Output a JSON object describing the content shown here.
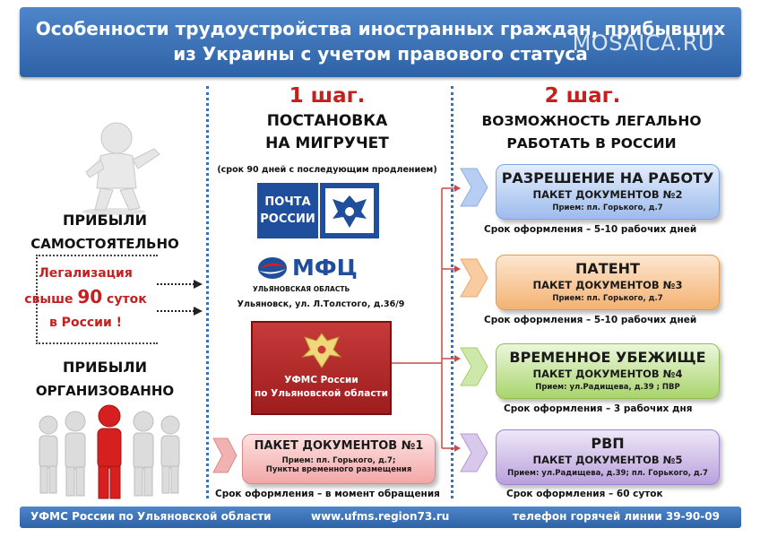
{
  "header": {
    "title_line1": "Особенности трудоустройства иностранных граждан, прибывших",
    "title_line2": "из Украины с учетом  правового статуса",
    "watermark": "MOSAICA.RU"
  },
  "left": {
    "arrived_self": [
      "ПРИБЫЛИ",
      "САМОСТОЯТЕЛЬНО"
    ],
    "legal": {
      "line1": "Легализация",
      "line2_pre": "свыше ",
      "line2_num": "90",
      "line2_post": " суток",
      "line3": "в России !"
    },
    "arrived_org": [
      "ПРИБЫЛИ",
      "ОРГАНИЗОВАННО"
    ]
  },
  "step1": {
    "number": "1 шаг.",
    "title": [
      "ПОСТАНОВКА",
      "НА МИГРУЧЕТ"
    ],
    "note": "(срок 90 дней с последующим продлением)",
    "pochta": [
      "ПОЧТА",
      "РОССИИ"
    ],
    "mfc": {
      "name": "МФЦ",
      "region": "УЛЬЯНОВСКАЯ ОБЛАСТЬ",
      "address": "Ульяновск, ул. Л.Толстого, д.36/9"
    },
    "ufms": [
      "УФМС России",
      "по Ульяновской области"
    ],
    "package": {
      "title": "ПАКЕТ ДОКУМЕНТОВ №1",
      "line1": "Прием: пл. Горького, д.7;",
      "line2": "Пункты временного размещения"
    },
    "term": "Срок  оформления – в момент обращения"
  },
  "step2": {
    "number": "2 шаг.",
    "title": [
      "ВОЗМОЖНОСТЬ  ЛЕГАЛЬНО",
      "РАБОТАТЬ  В  РОССИИ"
    ],
    "cards": [
      {
        "title": "РАЗРЕШЕНИЕ НА РАБОТУ",
        "package": "ПАКЕТ ДОКУМЕНТОВ №2",
        "address": "Прием: пл. Горького, д.7",
        "term": "Срок  оформления – 5-10 рабочих дней",
        "color": "#7fa7e6"
      },
      {
        "title": "ПАТЕНТ",
        "package": "ПАКЕТ ДОКУМЕНТОВ №3",
        "address": "Прием: пл. Горького, д.7",
        "term": "Срок  оформления – 5-10 рабочих дней",
        "color": "#f2a65a"
      },
      {
        "title": "ВРЕМЕННОЕ УБЕЖИЩЕ",
        "package": "ПАКЕТ ДОКУМЕНТОВ №4",
        "address": "Прием: ул.Радищева, д.39 ; ПВР",
        "term": "Срок  оформления – 3 рабочих дня",
        "color": "#9ccc5a"
      },
      {
        "title": "РВП",
        "package": "ПАКЕТ ДОКУМЕНТОВ №5",
        "address": "Прием: ул.Радищева, д.39; пл. Горького, д.7",
        "term": "Срок  оформления – 60 суток",
        "color": "#a98bd0"
      }
    ]
  },
  "footer": {
    "org": "УФМС России по Ульяновской области",
    "site": "www.ufms.region73.ru",
    "phone": "телефон горячей линии 39-90-09"
  }
}
